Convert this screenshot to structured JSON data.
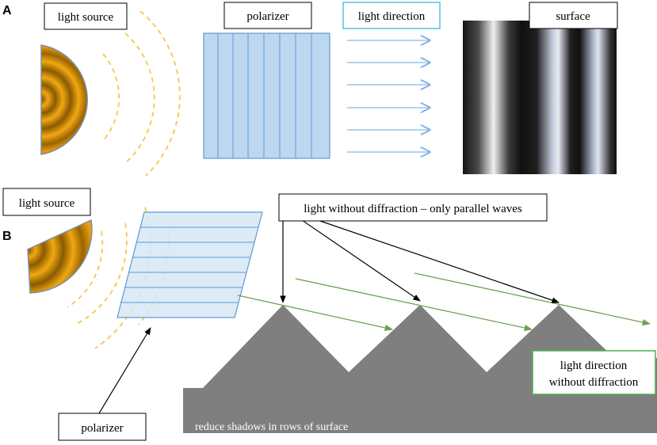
{
  "panels": {
    "a": {
      "letter": "A",
      "light_source_label": "light source",
      "polarizer_label": "polarizer",
      "light_direction_label": "light direction",
      "surface_label": "surface"
    },
    "b": {
      "letter": "B",
      "light_source_label": "light source",
      "polarizer_label": "polarizer",
      "callout_label": "light without diffraction – only parallel waves",
      "direction_label_line1": "light direction",
      "direction_label_line2": "without diffraction",
      "surface_caption": "reduce shadows in rows of surface"
    }
  },
  "colors": {
    "source_orange": "#E8A317",
    "source_dark": "#8A5A00",
    "wave_yellow": "#F5C84C",
    "polarizer_fill": "#BDD7EE",
    "polarizer_line": "#5B9BD5",
    "arrow_blue": "#9DC3E6",
    "green_arrow": "#70A050",
    "surface_gray": "#7F7F7F",
    "direction_box_border": "#4CAF50",
    "light_direction_box_border": "#5BC0DE"
  }
}
